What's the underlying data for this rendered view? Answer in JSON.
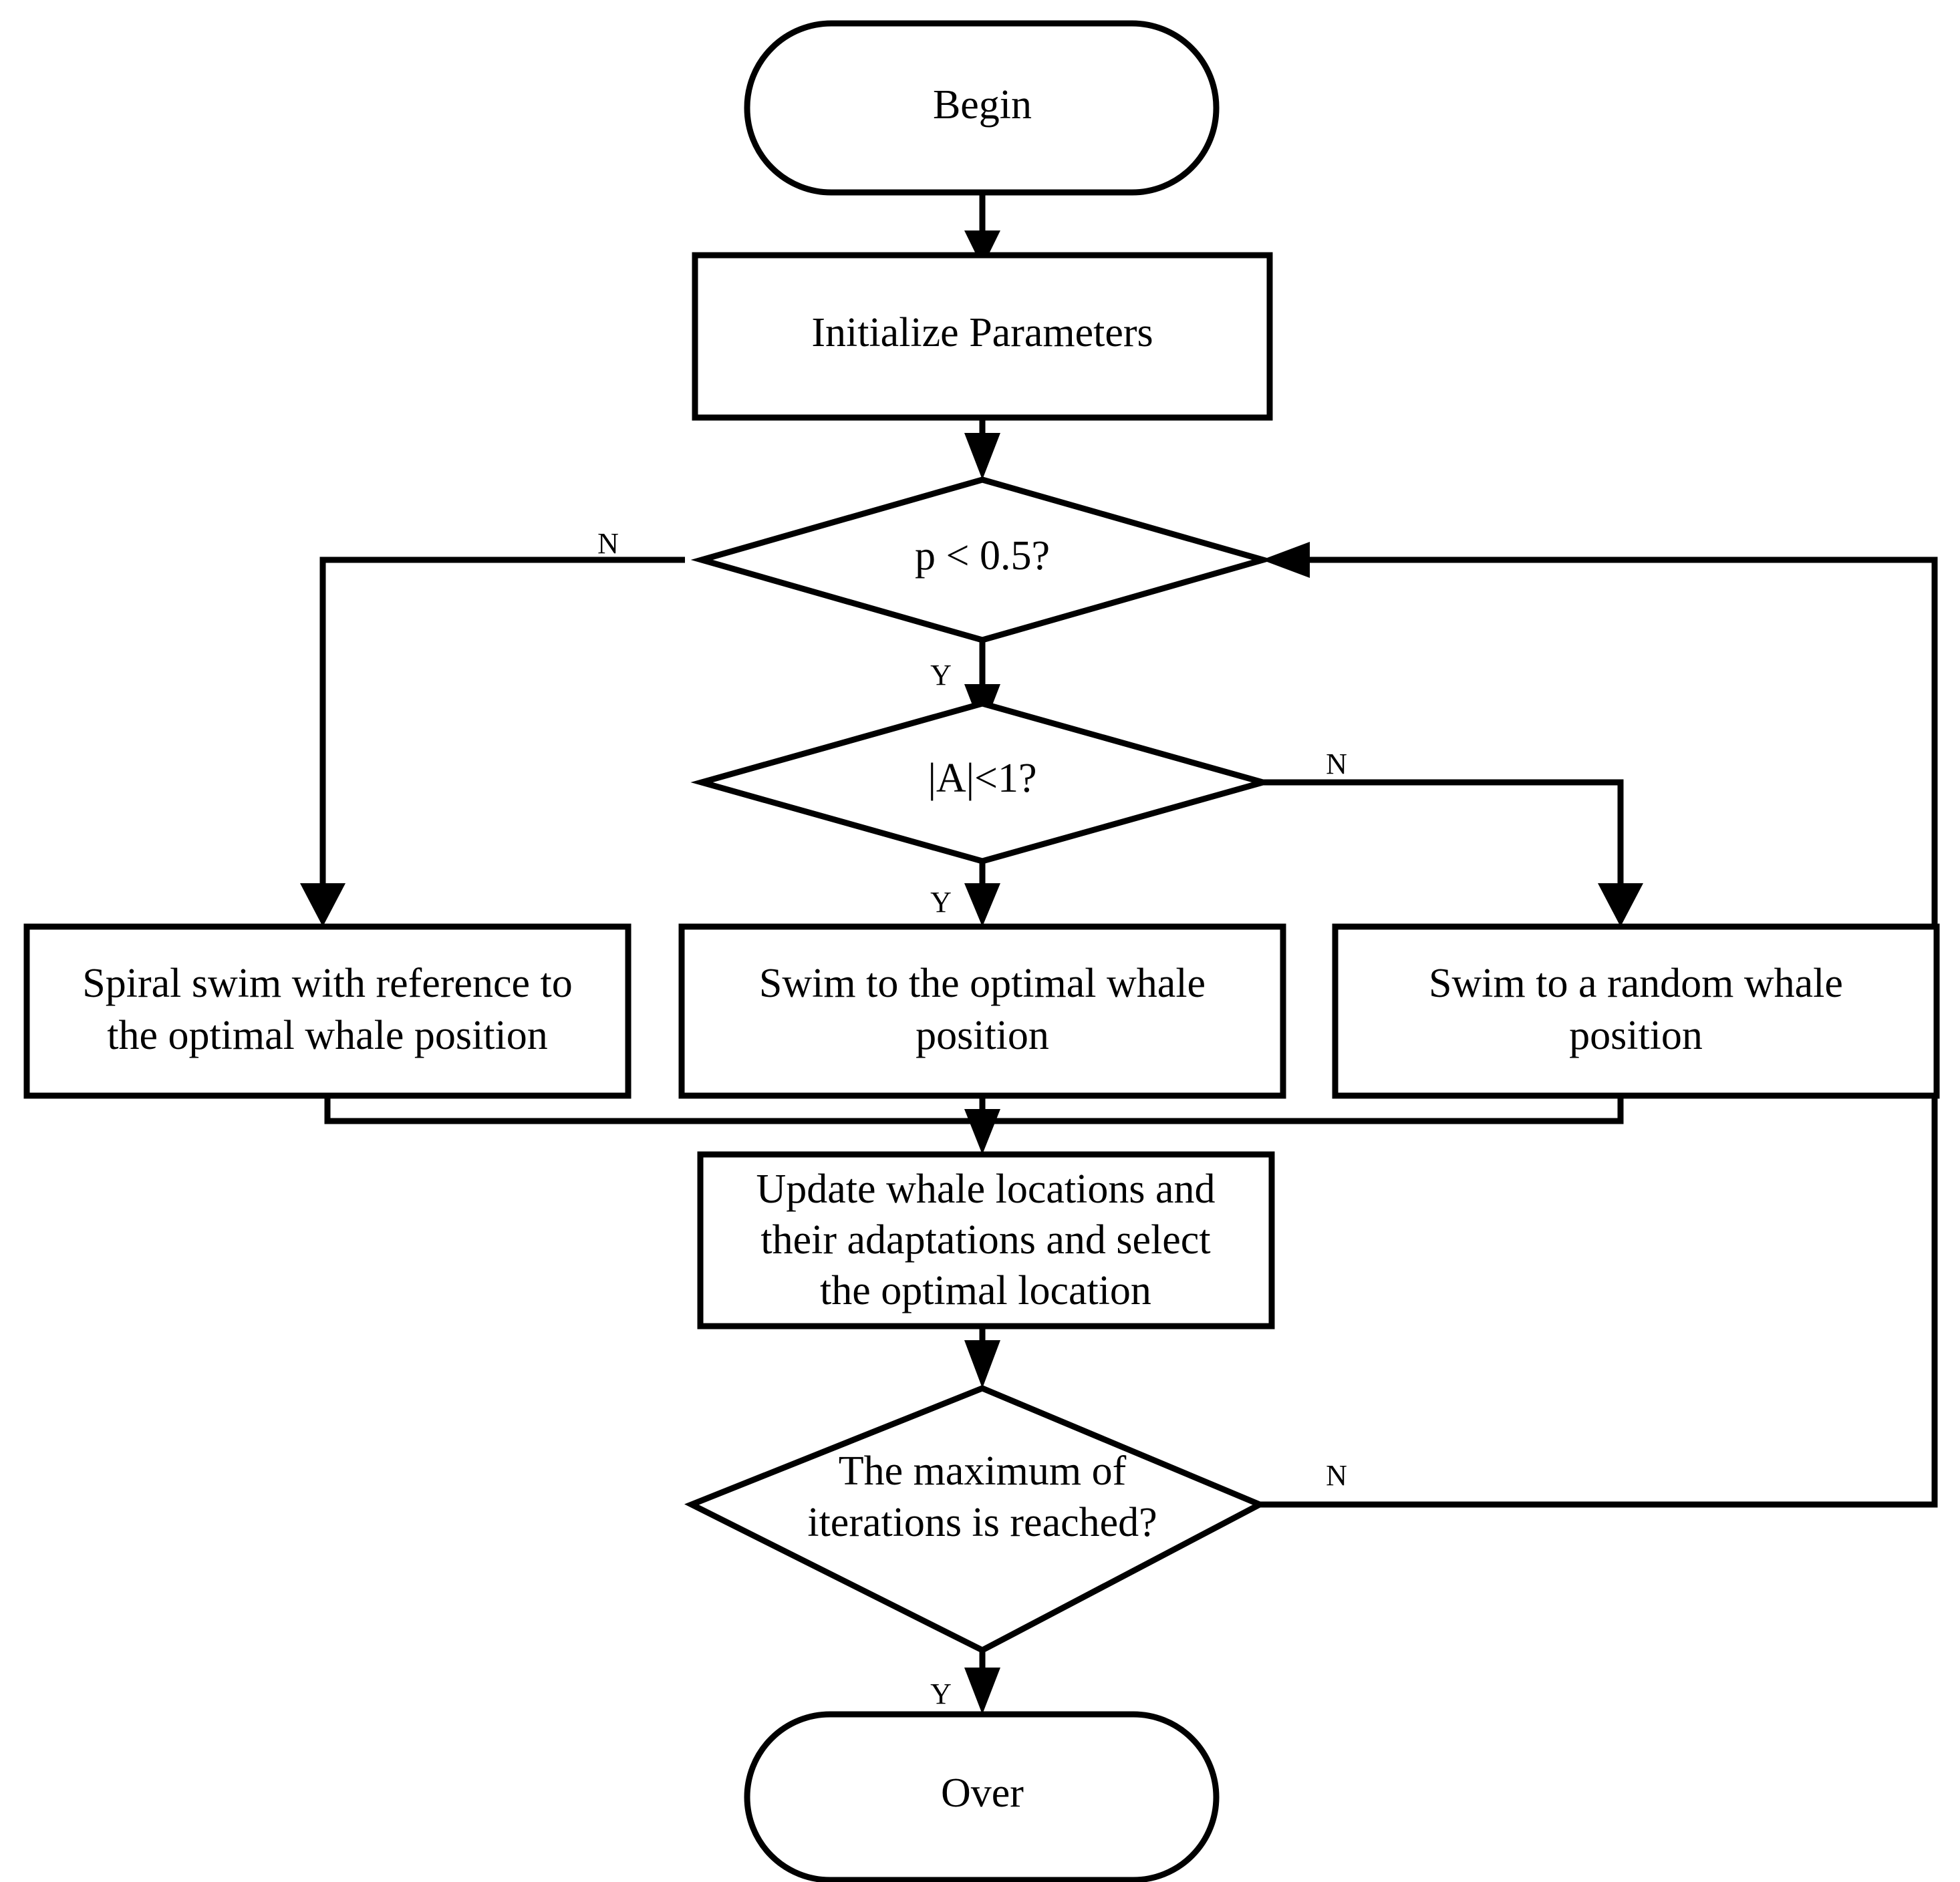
{
  "diagram": {
    "title": "Whale Optimization Algorithm Flowchart",
    "background_color": "#ffffff",
    "stroke_color": "#000000",
    "text_color": "#000000"
  },
  "nodes": {
    "begin": {
      "label": "Begin",
      "shape": "terminator"
    },
    "init": {
      "label": "Initialize Parameters",
      "shape": "process"
    },
    "decision_p": {
      "label": "p < 0.5?",
      "shape": "decision"
    },
    "decision_a": {
      "label": "|A|<1?",
      "shape": "decision"
    },
    "spiral": {
      "line1": "Spiral swim with reference to",
      "line2": "the optimal whale position",
      "shape": "process"
    },
    "optimal": {
      "line1": "Swim to the optimal whale",
      "line2": "position",
      "shape": "process"
    },
    "random": {
      "line1": "Swim to a random whale",
      "line2": "position",
      "shape": "process"
    },
    "update": {
      "line1": "Update whale locations and",
      "line2": "their adaptations and select",
      "line3": "the optimal location",
      "shape": "process"
    },
    "decision_iter": {
      "line1": "The maximum of",
      "line2": "iterations is reached?",
      "shape": "decision"
    },
    "over": {
      "label": "Over",
      "shape": "terminator"
    }
  },
  "branch_labels": {
    "p_no": "N",
    "p_yes": "Y",
    "a_no": "N",
    "a_yes": "Y",
    "iter_no": "N",
    "iter_yes": "Y"
  }
}
